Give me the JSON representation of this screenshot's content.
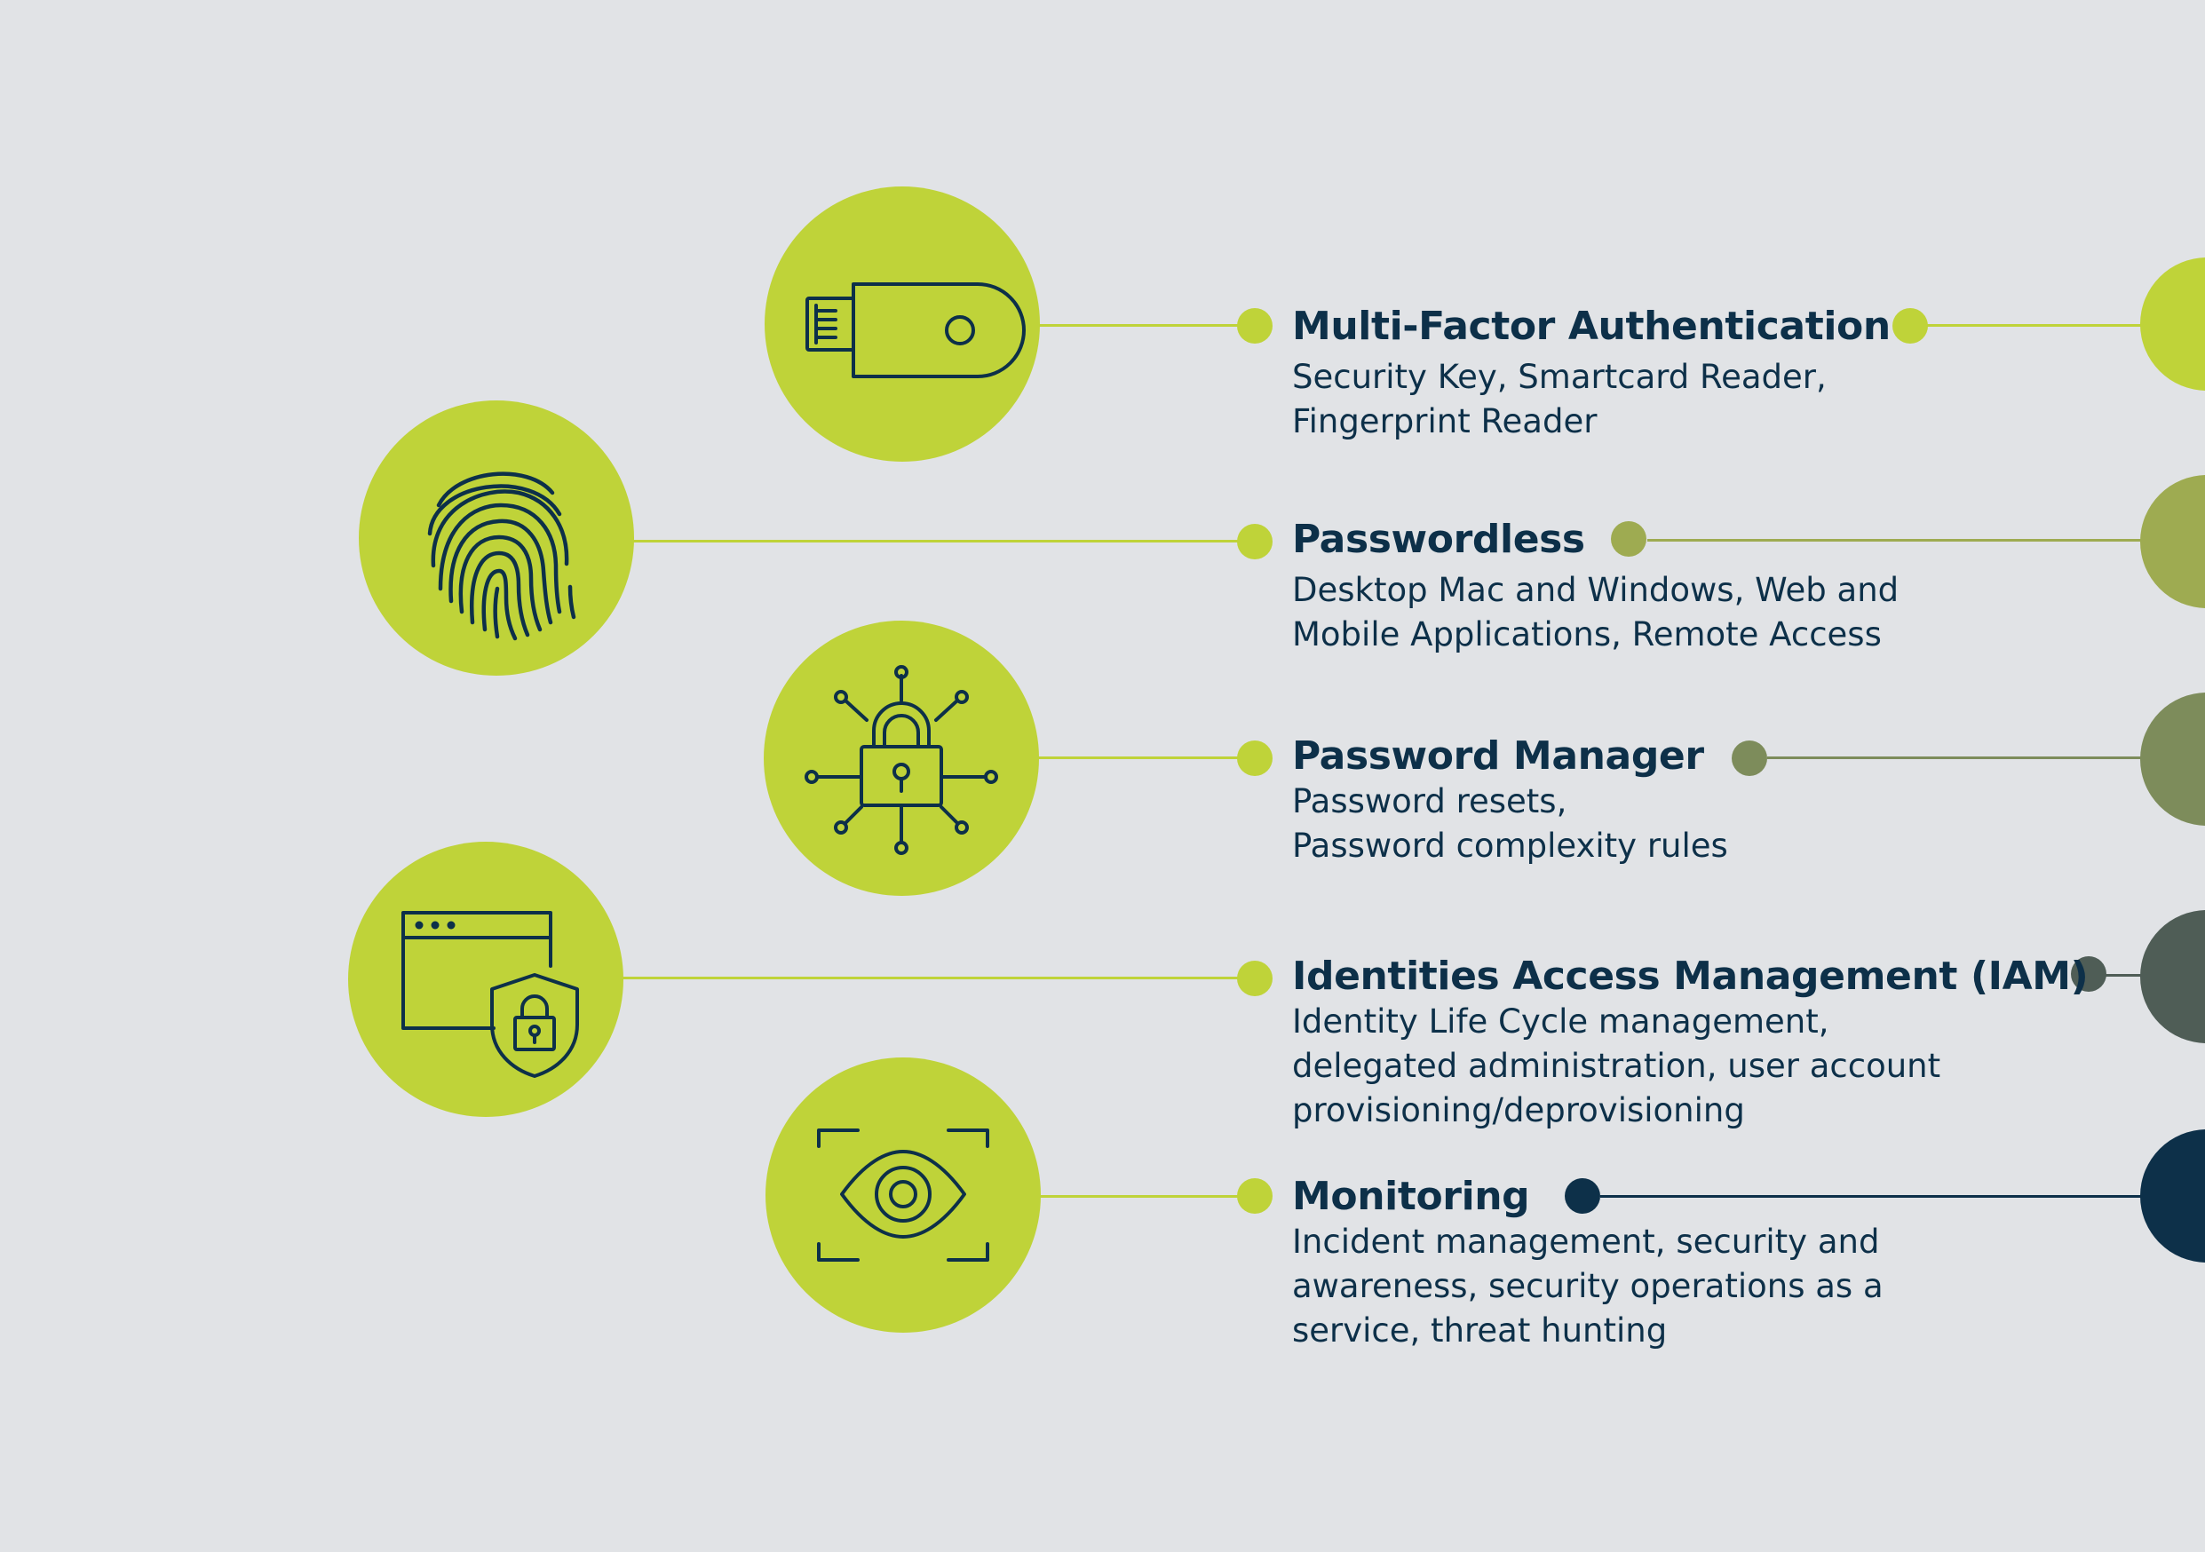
{
  "colors": {
    "background": "#e1e3e6",
    "lime": "#bfd339",
    "navy": "#0d3049",
    "olive": "#9eab51",
    "sage": "#7d8c5b",
    "slate": "#4f5d56",
    "dark_navy": "#0d3049"
  },
  "items": [
    {
      "title": "Multi-Factor Authentication",
      "lines": [
        "Security Key, Smartcard Reader,",
        "Fingerprint Reader"
      ],
      "icon": "usb-security-key-icon",
      "accent": "#bfd339"
    },
    {
      "title": "Passwordless",
      "lines": [
        "Desktop Mac and Windows, Web and",
        "Mobile Applications, Remote Access"
      ],
      "icon": "fingerprint-icon",
      "accent": "#9eab51"
    },
    {
      "title": "Password Manager",
      "lines": [
        "Password resets,",
        "Password complexity rules"
      ],
      "icon": "network-padlock-icon",
      "accent": "#7d8c5b"
    },
    {
      "title": "Identities Access Management (IAM)",
      "lines": [
        "Identity Life Cycle management,",
        "delegated administration, user account",
        "provisioning/deprovisioning"
      ],
      "icon": "browser-shield-lock-icon",
      "accent": "#4f5d56"
    },
    {
      "title": "Monitoring",
      "lines": [
        "Incident management, security and",
        "awareness, security operations as a",
        "service, threat hunting"
      ],
      "icon": "eye-scan-icon",
      "accent": "#0d3049"
    }
  ]
}
